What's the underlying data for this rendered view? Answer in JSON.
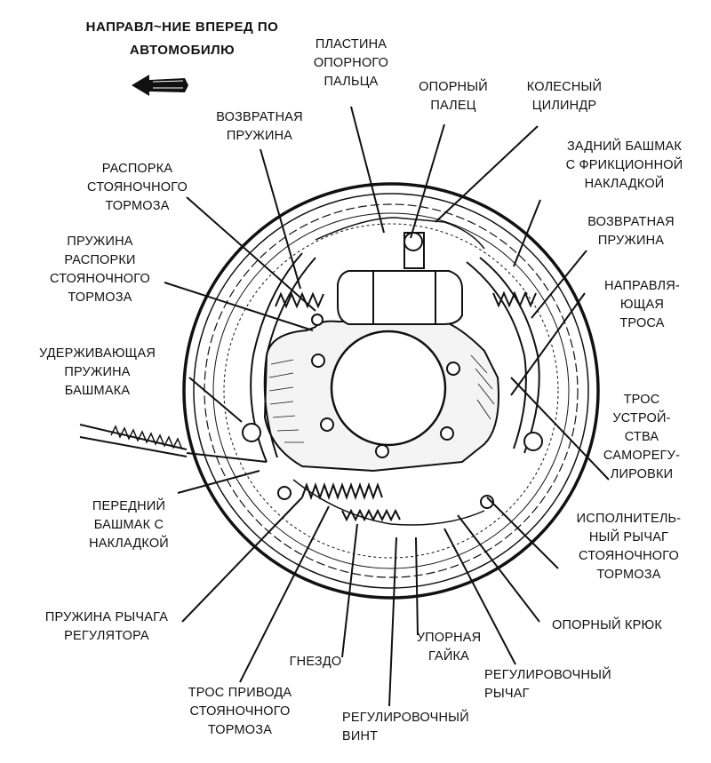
{
  "header": {
    "line1": "НАПРАВЛ~НИЕ ВПЕРЕД ПО",
    "line2": "АВТОМОБИЛЮ"
  },
  "arrow_icon": "arrow-left-icon",
  "labels": {
    "plastina": [
      "ПЛАСТИНА",
      "ОПОРНОГО",
      "ПАЛЬЦА"
    ],
    "opornyi_palets": [
      "ОПОРНЫЙ",
      "ПАЛЕЦ"
    ],
    "kolesnyi": [
      "КОЛЕСНЫЙ",
      "ЦИЛИНДР"
    ],
    "vozvratnaya_1": [
      "ВОЗВРАТНАЯ",
      "ПРУЖИНА"
    ],
    "zadnii": [
      "ЗАДНИЙ БАШМАК",
      "С ФРИКЦИОННОЙ",
      "НАКЛАДКОЙ"
    ],
    "rasporka": [
      "РАСПОРКА",
      "СТОЯНОЧНОГО",
      "ТОРМОЗА"
    ],
    "vozvratnaya_2": [
      "ВОЗВРАТНАЯ",
      "ПРУЖИНА"
    ],
    "pruzhina_rasporki": [
      "ПРУЖИНА",
      "РАСПОРКИ",
      "СТОЯНОЧНОГО",
      "ТОРМОЗА"
    ],
    "napravl": [
      "НАПРАВЛЯ-",
      "ЮЩАЯ",
      "ТРОСА"
    ],
    "uderzh": [
      "УДЕРЖИВАЮЩАЯ",
      "ПРУЖИНА",
      "БАШМАКА"
    ],
    "tros_ustr": [
      "ТРОС",
      "УСТРОЙ-",
      "СТВА",
      "САМОРЕГУ-",
      "ЛИРОВКИ"
    ],
    "perednii": [
      "ПЕРЕДНИЙ",
      "БАШМАК С",
      "НАКЛАДКОЙ"
    ],
    "ispoln": [
      "ИСПОЛНИТЕЛЬ-",
      "НЫЙ РЫЧАГ",
      "СТОЯНОЧНОГО",
      "ТОРМОЗА"
    ],
    "pruzhina_rychaga": [
      "ПРУЖИНА РЫЧАГА",
      "РЕГУЛЯТОРА"
    ],
    "opornyi_kryuk": [
      "ОПОРНЫЙ КРЮК"
    ],
    "gnezdo": [
      "ГНЕЗДО"
    ],
    "upornaya": [
      "УПОРНАЯ",
      "ГАЙКА"
    ],
    "regul_rychag": [
      "РЕГУЛИРОВОЧНЫЙ",
      "РЫЧАГ"
    ],
    "tros_privoda": [
      "ТРОС ПРИВОДА",
      "СТОЯНОЧНОГО",
      "ТОРМОЗА"
    ],
    "regul_vint": [
      "РЕГУЛИРОВОЧНЫЙ",
      "ВИНТ"
    ]
  }
}
